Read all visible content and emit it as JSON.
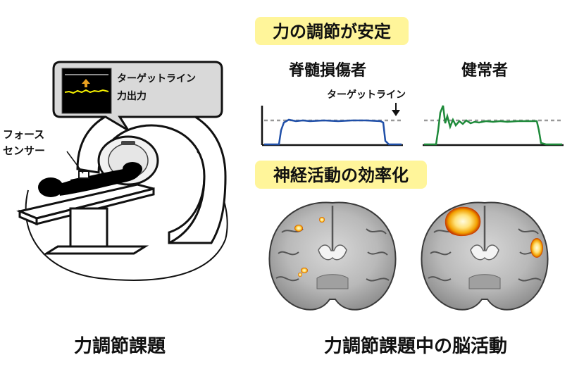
{
  "monitor": {
    "target_line_label": "ターゲットライン",
    "force_output_label": "力出力",
    "target_line_color": "#e8a020",
    "force_trace_color": "#f5f000"
  },
  "left_panel": {
    "force_sensor_line1": "フォース",
    "force_sensor_line2": "センサー",
    "caption": "力調節課題"
  },
  "stability_panel": {
    "heading": "力の調節が安定",
    "heading_bg": "#fff59a",
    "sci_label": "脊髄損傷者",
    "healthy_label": "健常者",
    "target_line_annotation": "ターゲットライン",
    "sci_trace_color": "#1f4fa8",
    "healthy_trace_color": "#1e8a3a"
  },
  "efficiency_panel": {
    "heading": "神経活動の効率化",
    "heading_bg": "#fff59a",
    "caption": "力調節課題中の脳活動",
    "activation_color": "#f2a000"
  }
}
